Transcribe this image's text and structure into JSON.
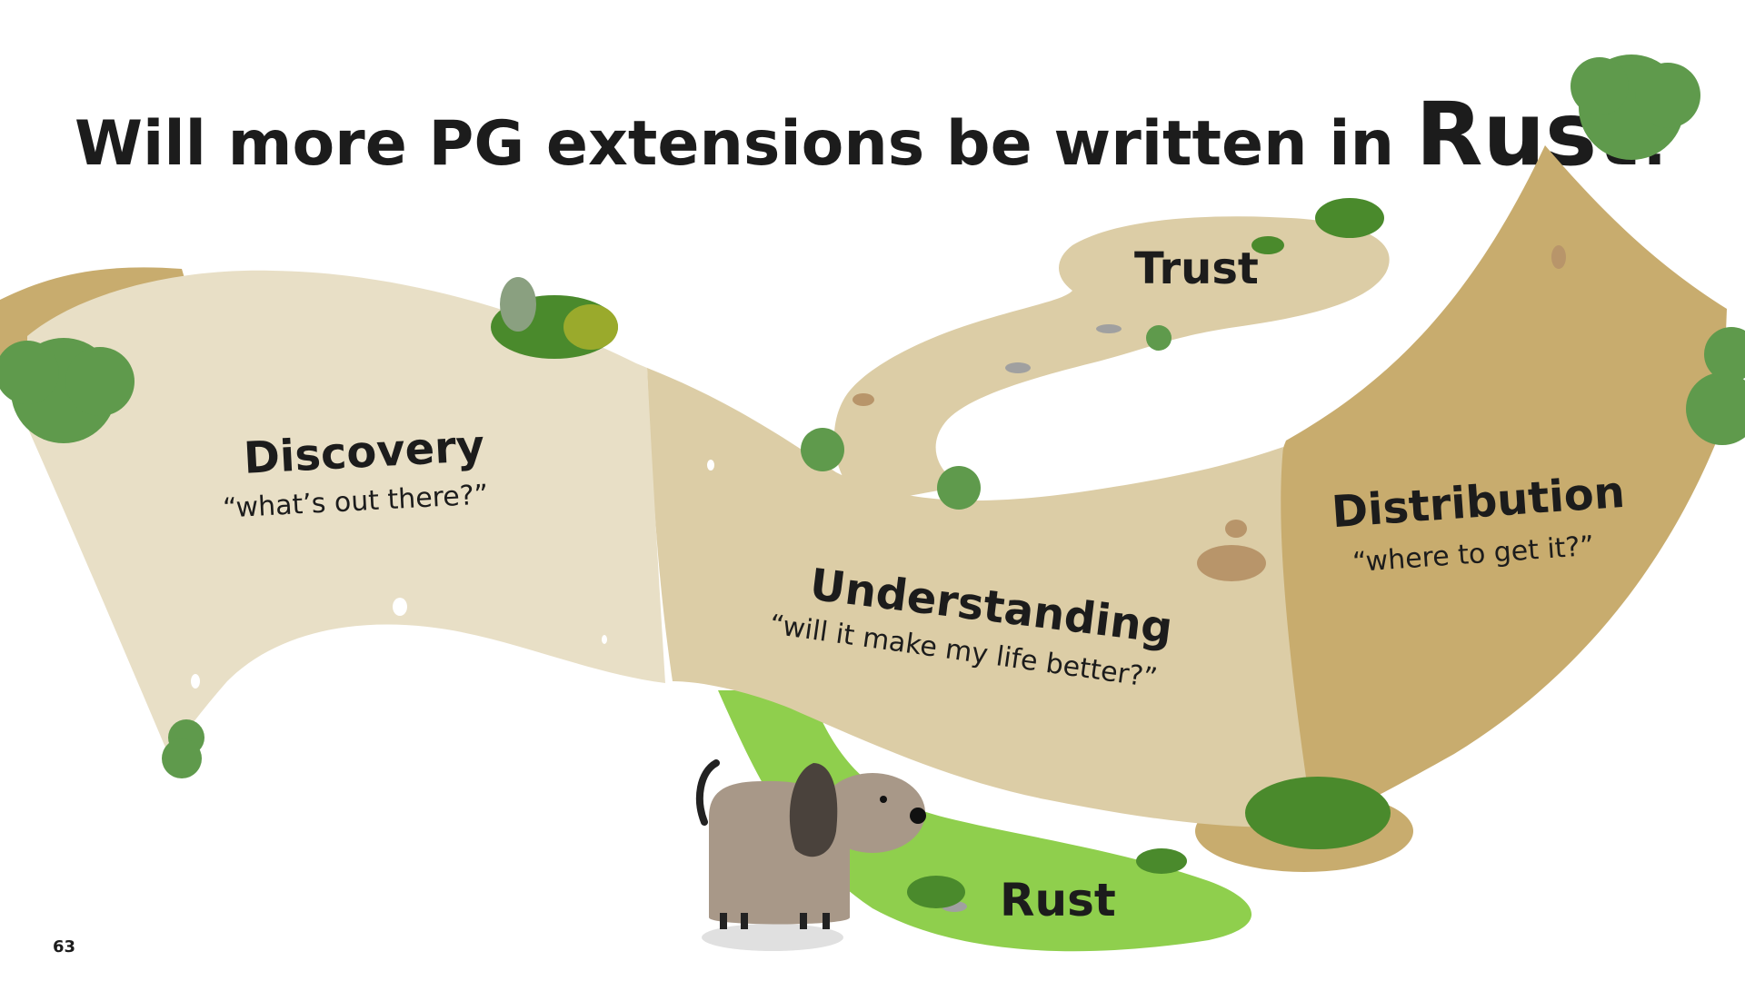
{
  "slide": {
    "title_prefix": "Will more PG extensions be written in",
    "title_highlight": "Rust",
    "title_suffix": "?",
    "page_number": "63"
  },
  "stages": [
    {
      "label": "Discovery",
      "quote": "“what’s out there?”"
    },
    {
      "label": "Understanding",
      "quote": "“will it make my life better?”"
    },
    {
      "label": "Distribution",
      "quote": "“where to get it?”"
    },
    {
      "label": "Trust"
    }
  ],
  "branch": {
    "label": "Rust"
  },
  "colors": {
    "path_light": "#e8dfc6",
    "path_mid": "#dccda6",
    "path_dark": "#c8ac6e",
    "branch_green": "#8fcf4d",
    "bush_green": "#5f9a4c",
    "text": "#1c1c1c"
  }
}
